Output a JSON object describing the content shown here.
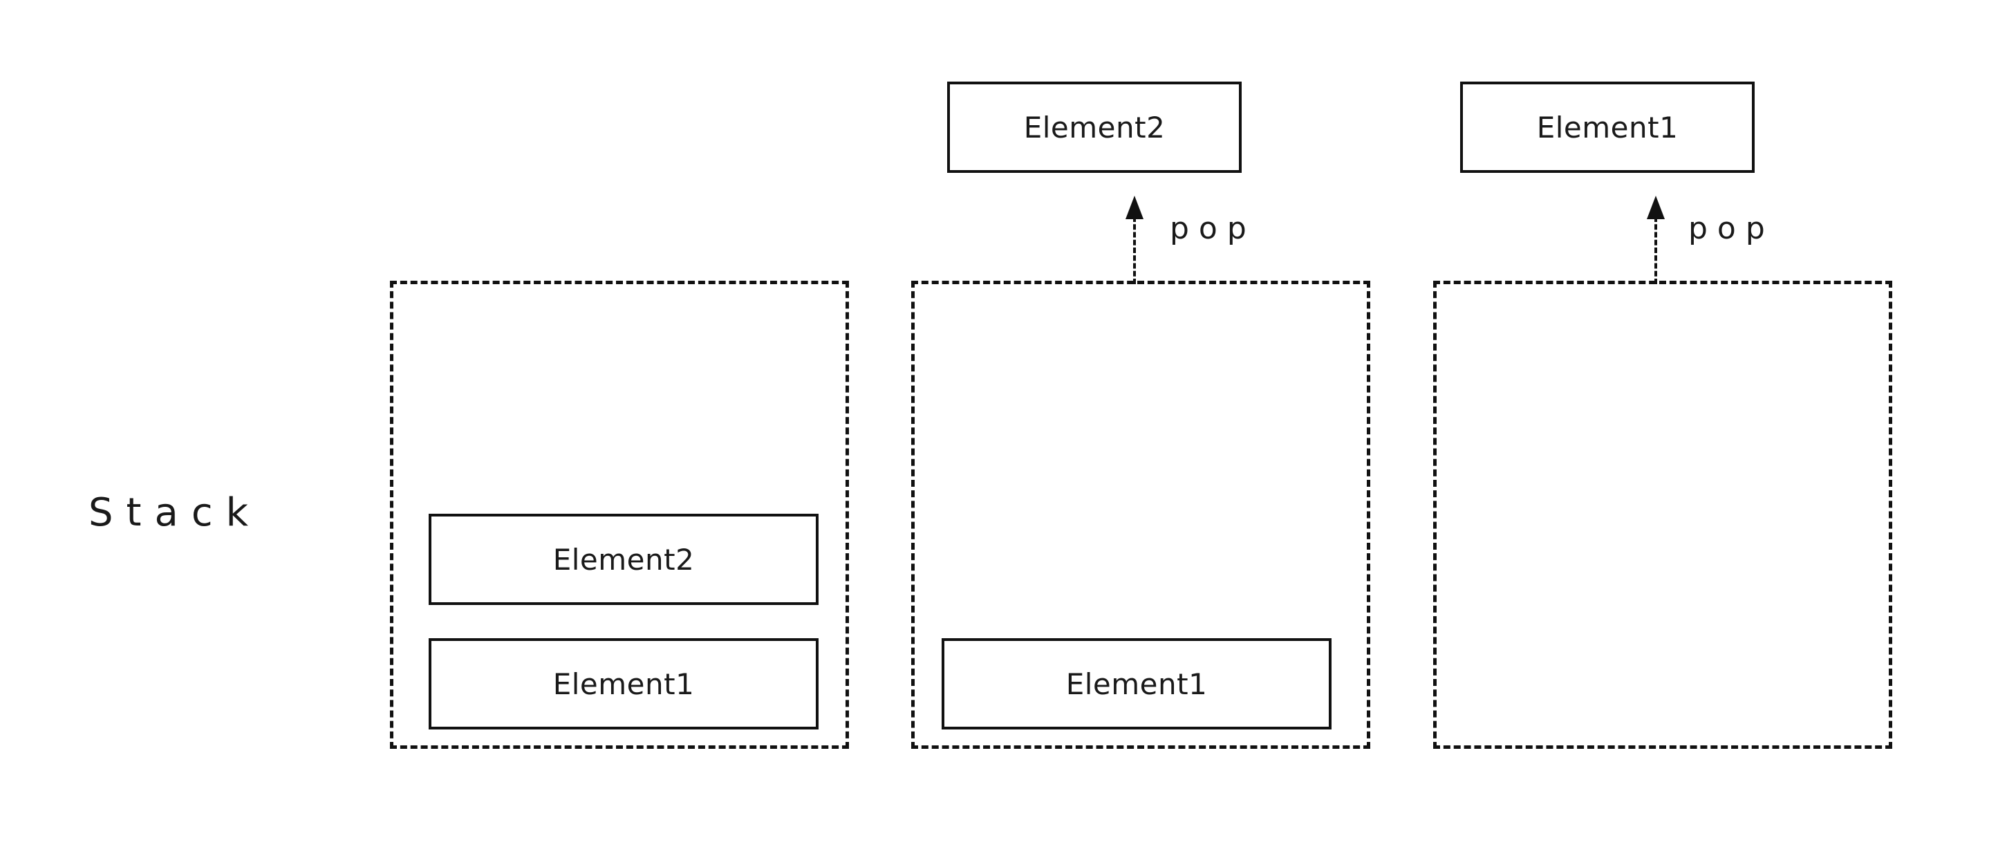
{
  "diagram": {
    "title_label": "Stack",
    "colors": {
      "stroke": "#111111",
      "text": "#1a1a1a",
      "background": "#ffffff"
    },
    "columns": [
      {
        "id": "state-initial",
        "popped_element": null,
        "arrow_label": null,
        "stack_items": [
          "Element2",
          "Element1"
        ]
      },
      {
        "id": "state-after-first-pop",
        "popped_element": "Element2",
        "arrow_label": "pop",
        "stack_items": [
          "Element1"
        ]
      },
      {
        "id": "state-after-second-pop",
        "popped_element": "Element1",
        "arrow_label": "pop",
        "stack_items": []
      }
    ]
  }
}
